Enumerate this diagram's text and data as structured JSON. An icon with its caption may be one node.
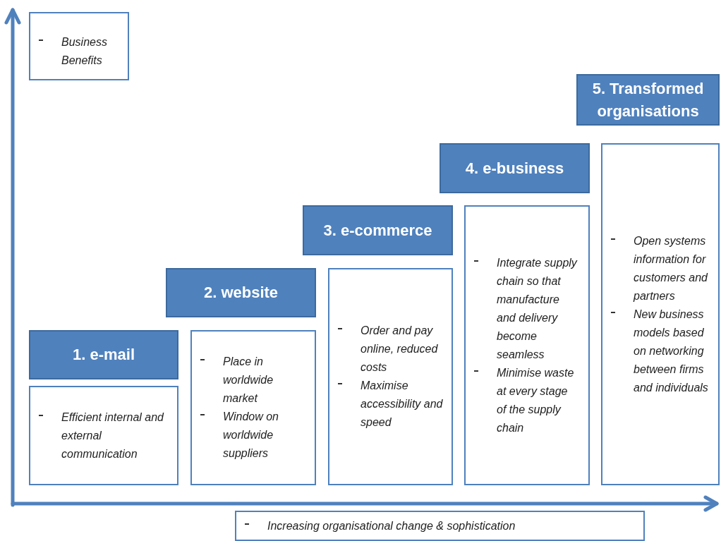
{
  "diagram": {
    "nodes": [
      {
        "text": [
          "Business Benefits"
        ]
      },
      {
        "text": [
          "1. e-mail"
        ]
      },
      {
        "text": [
          "Efficient internal and external communication"
        ]
      },
      {
        "text": [
          "2. website"
        ]
      },
      {
        "text": [
          "Place in worldwide market",
          "Window on worldwide suppliers"
        ]
      },
      {
        "text": [
          "3. e-commerce"
        ]
      },
      {
        "text": [
          "Order and pay online, reduced costs",
          "Maximise accessibility and speed"
        ]
      },
      {
        "text": [
          "4. e-business"
        ]
      },
      {
        "text": [
          "Integrate supply chain so that manufacture and delivery become seamless",
          "Minimise waste at every stage of the supply chain"
        ]
      },
      {
        "text": [
          "5. Transformed organisations"
        ]
      },
      {
        "text": [
          "Open systems information for customers and partners",
          "New business models based on networking between firms and individuals"
        ]
      },
      {
        "text": [
          "Increasing organisational change & sophistication"
        ]
      }
    ]
  }
}
